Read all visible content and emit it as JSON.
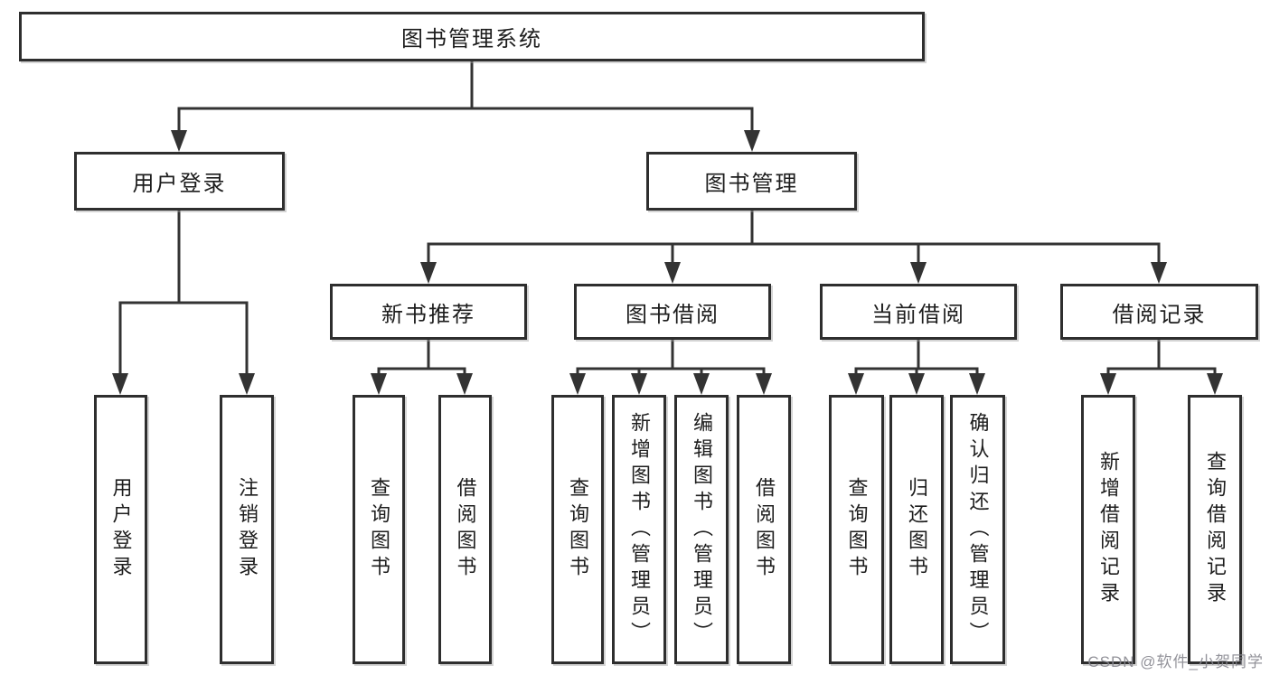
{
  "diagram": {
    "root": {
      "label": "图书管理系统"
    },
    "level2": [
      {
        "label": "用户登录"
      },
      {
        "label": "图书管理"
      }
    ],
    "level3": [
      {
        "label": "新书推荐"
      },
      {
        "label": "图书借阅"
      },
      {
        "label": "当前借阅"
      },
      {
        "label": "借阅记录"
      }
    ],
    "leaves": {
      "user_login": [
        "用户登录",
        "注销登录"
      ],
      "new_books": [
        "查询图书",
        "借阅图书"
      ],
      "book_borrow": [
        "查询图书",
        "新增图书（管理员）",
        "编辑图书（管理员）",
        "借阅图书"
      ],
      "current_borrow": [
        "查询图书",
        "归还图书",
        "确认归还（管理员）"
      ],
      "borrow_records": [
        "新增借阅记录",
        "查询借阅记录"
      ]
    }
  },
  "watermark": "CSDN @软件_小贺同学",
  "colors": {
    "line": "#333333",
    "box_border": "#2e2e2e",
    "box_fill": "#ffffff",
    "text": "#1d1d1d",
    "watermark": "#87878f",
    "background": "#ffffff"
  }
}
